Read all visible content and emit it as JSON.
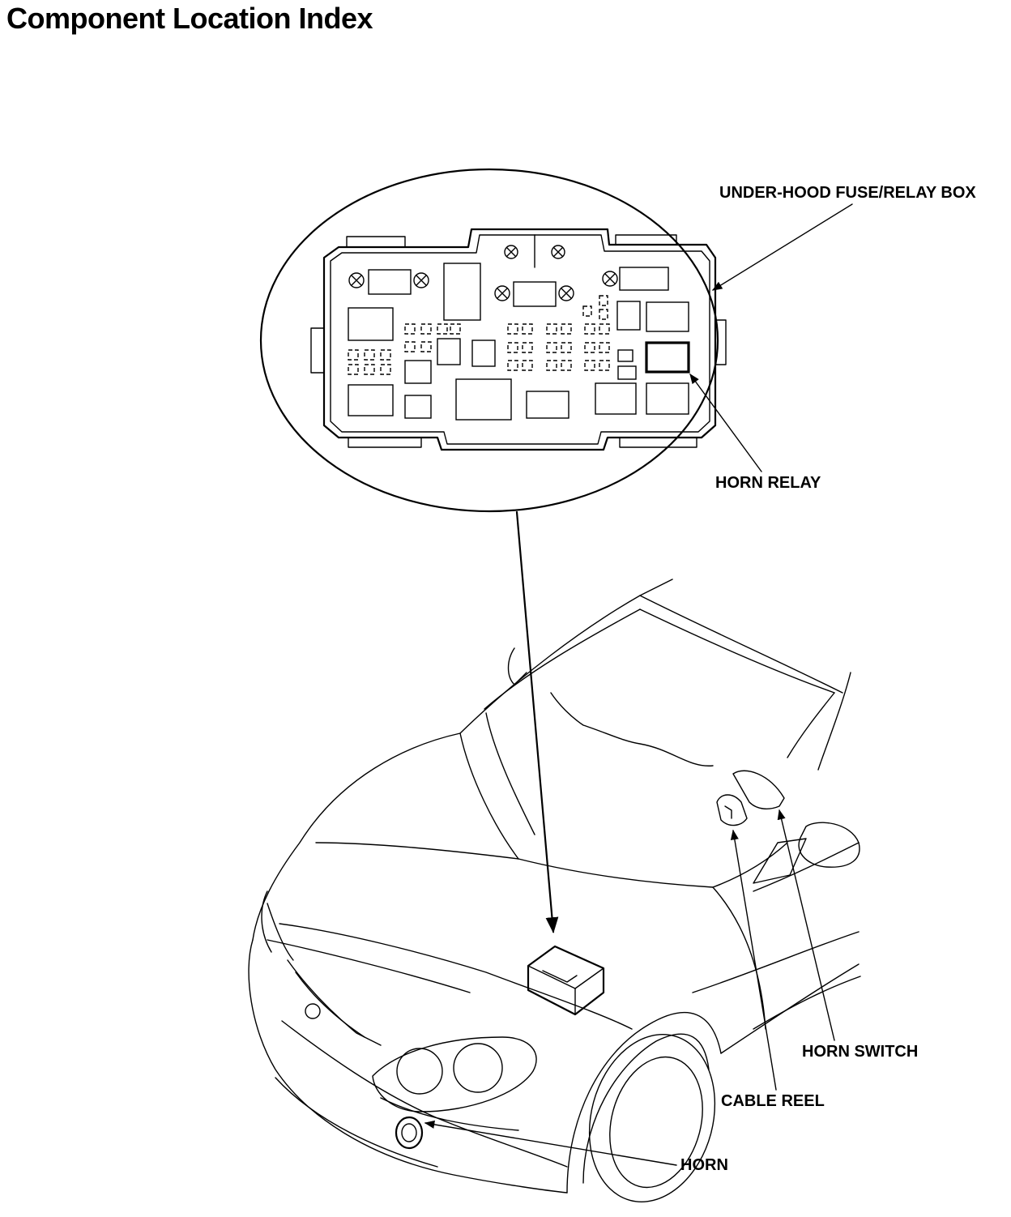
{
  "title": "Component Location Index",
  "labels": {
    "fuse_box": "UNDER-HOOD FUSE/RELAY BOX",
    "horn_relay": "HORN RELAY",
    "horn_switch": "HORN SWITCH",
    "cable_reel": "CABLE REEL",
    "horn": "HORN"
  }
}
